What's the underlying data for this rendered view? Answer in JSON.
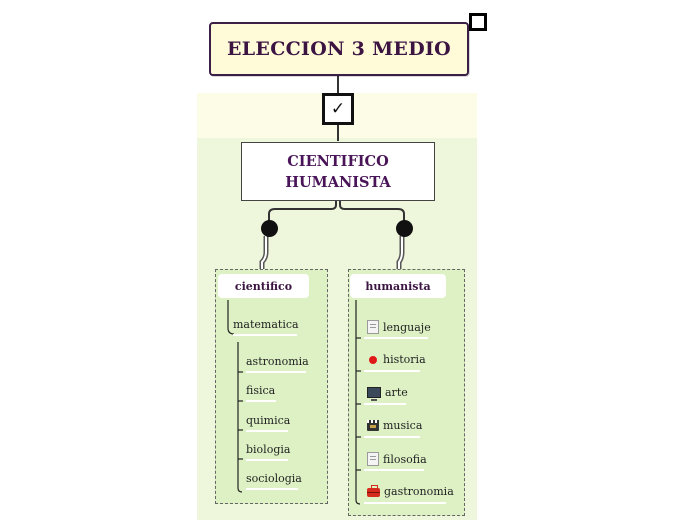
{
  "title": "ELECCION 3 MEDIO",
  "branch": {
    "line1": "CIENTIFICO",
    "line2": "HUMANISTA"
  },
  "cientifico": {
    "header": "cientifico",
    "parent": "matematica",
    "children": [
      "astronomia",
      "fisica",
      "quimica",
      "biologia",
      "sociologia"
    ]
  },
  "humanista": {
    "header": "humanista",
    "items": [
      {
        "label": "lenguaje",
        "icon": "document-icon"
      },
      {
        "label": "historia",
        "icon": "pin-icon"
      },
      {
        "label": "arte",
        "icon": "monitor-icon"
      },
      {
        "label": "musica",
        "icon": "clapperboard-icon"
      },
      {
        "label": "filosofia",
        "icon": "document-icon"
      },
      {
        "label": "gastronomia",
        "icon": "toolbox-icon"
      }
    ]
  },
  "icons": {
    "corner": "square-marker-icon",
    "check": "checkmark-icon"
  },
  "colors": {
    "title_text": "#3c1442",
    "title_bg": "#fffbd9",
    "panel_green": "#eef7dc",
    "group_green": "#ddf1c4",
    "panel_yellow": "#fdfde7"
  }
}
